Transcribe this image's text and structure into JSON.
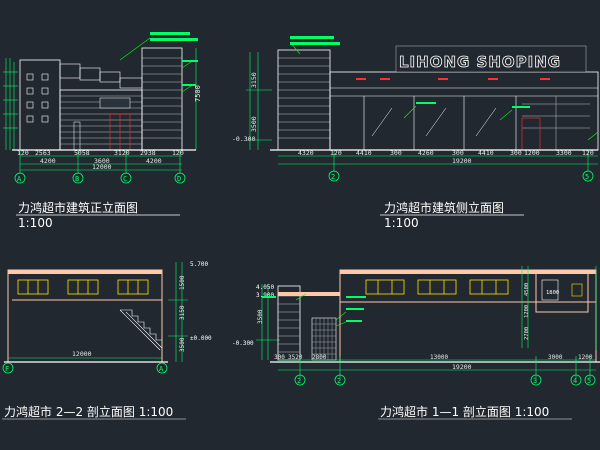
{
  "views": {
    "front": {
      "title": "力鸿超市建筑正立面图",
      "scale": "1:100"
    },
    "side": {
      "title": "力鸿超市建筑侧立面图",
      "scale": "1:100",
      "sign": "LIHONG SHOPING"
    },
    "sec22": {
      "title": "力鸿超市 2—2  剖立面图  1:100"
    },
    "sec11": {
      "title": "力鸿超市 1—1  剖立面图  1:100"
    }
  },
  "front_dims": {
    "row1": [
      "120",
      "2563",
      "5058",
      "3120",
      "2938",
      "120"
    ],
    "row2": [
      "4200",
      "3600",
      "4200"
    ],
    "total": "12000",
    "height": "7500",
    "axes": [
      "A",
      "B",
      "C",
      "D"
    ]
  },
  "side_dims": {
    "row1": [
      "4320",
      "120",
      "4410",
      "300",
      "4260",
      "300",
      "4410",
      "300",
      "1200",
      "3300",
      "120"
    ],
    "total": "19200",
    "levels": [
      "3150",
      "3500",
      "-0.300"
    ],
    "axes": [
      "2",
      "5"
    ]
  },
  "sec22_dims": {
    "total": "12000",
    "levels": [
      "5.700",
      "±0.000",
      "1500",
      "3150",
      "3500"
    ],
    "axes": [
      "F",
      "A"
    ]
  },
  "sec11_dims": {
    "row1": [
      "300",
      "3520",
      "2800",
      "13000",
      "3000",
      "1200"
    ],
    "total": "19200",
    "levels": [
      "4.050",
      "3.900",
      "-0.300",
      "3500",
      "4500",
      "1200",
      "2700"
    ],
    "axes": [
      "2",
      "2",
      "3",
      "4",
      "5"
    ],
    "room_label": "1800"
  },
  "colors": {
    "background": "#212830",
    "outline": "#ffffff",
    "wall": "#ffc8a8",
    "dimension": "#00ff66",
    "window": "#ffe000",
    "leader": "#00ff00",
    "annotation_red": "#ff3030"
  }
}
